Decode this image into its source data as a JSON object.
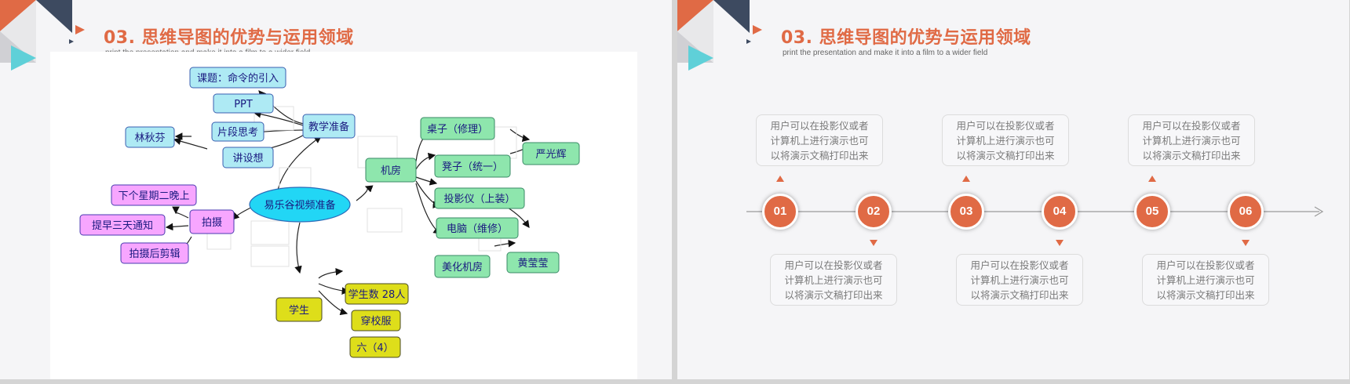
{
  "title": "03. 思维导图的优势与运用领域",
  "subtitle": "print the presentation and make it into a film to a wider field",
  "mindmap": {
    "center": "易乐谷视频准备",
    "teaching": "教学准备",
    "topic": "课题：命令的引入",
    "ppt": "PPT",
    "segment": "片段思考",
    "lin": "林秋芬",
    "lecture": "讲设想",
    "shoot": "拍摄",
    "tuesday": "下个星期二晚上",
    "notice": "提早三天通知",
    "edit": "拍摄后剪辑",
    "room": "机房",
    "desk": "桌子（修理）",
    "stool": "凳子（统一）",
    "projector": "投影仪（上装）",
    "computer": "电脑（维修）",
    "beautify": "美化机房",
    "yan": "严光辉",
    "huang": "黄莹莹",
    "student": "学生",
    "count": "学生数 28人",
    "uniform": "穿校服",
    "klass": "六（4）"
  },
  "timeline": {
    "steps": [
      "01",
      "02",
      "03",
      "04",
      "05",
      "06"
    ],
    "box_text": "用户可以在投影仪或者计算机上进行演示也可以将演示文稿打印出来",
    "box_lines": [
      "用户可以在投影仪或者",
      "计算机上进行演示也可",
      "以将演示文稿打印出来"
    ]
  },
  "colors": {
    "accent": "#e06a45",
    "navy": "#3d4a60",
    "teal": "#5fd0d8",
    "gray": "#d9d9d9"
  }
}
